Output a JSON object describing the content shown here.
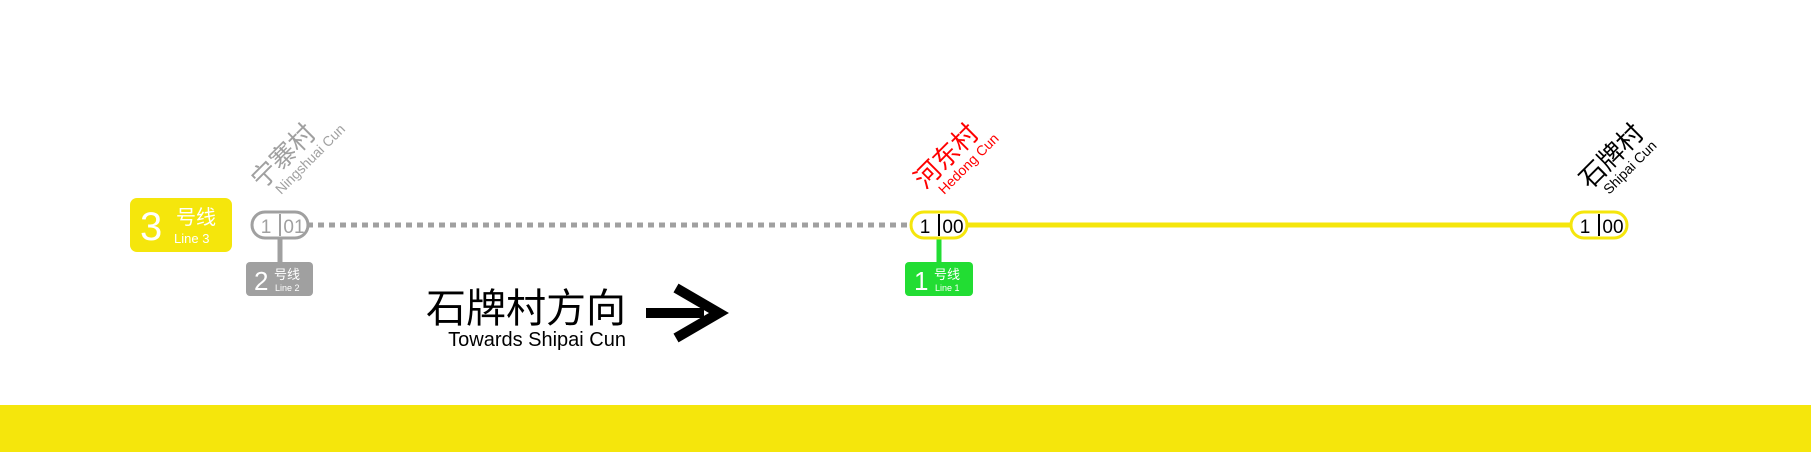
{
  "colors": {
    "line3": "#f5e60c",
    "line1": "#22dd33",
    "line2": "#a0a0a0",
    "passed": "#a0a0a0",
    "current": "#ff0000",
    "upcoming": "#000000",
    "arrow": "#000000",
    "bottom_band": "#f5e60c"
  },
  "current_line": {
    "number": "3",
    "zh": "号线",
    "en": "Line 3",
    "color": "#f5e60c"
  },
  "stations": [
    {
      "zh": "宁寨村",
      "en": "Ningshuai Cun",
      "code_prefix": "1",
      "code_suffix": "01",
      "state": "passed",
      "transfer": {
        "number": "2",
        "zh": "号线",
        "en": "Line 2",
        "color": "#a0a0a0"
      }
    },
    {
      "zh": "河东村",
      "en": "Hedong Cun",
      "code_prefix": "1",
      "code_suffix": "00",
      "state": "current",
      "transfer": {
        "number": "1",
        "zh": "号线",
        "en": "Line 1",
        "color": "#22dd33"
      }
    },
    {
      "zh": "石牌村",
      "en": "Shipai Cun",
      "code_prefix": "1",
      "code_suffix": "00",
      "state": "upcoming",
      "transfer": null
    }
  ],
  "direction": {
    "zh": "石牌村方向",
    "en": "Towards Shipai Cun",
    "icon": "right-arrow-icon"
  }
}
